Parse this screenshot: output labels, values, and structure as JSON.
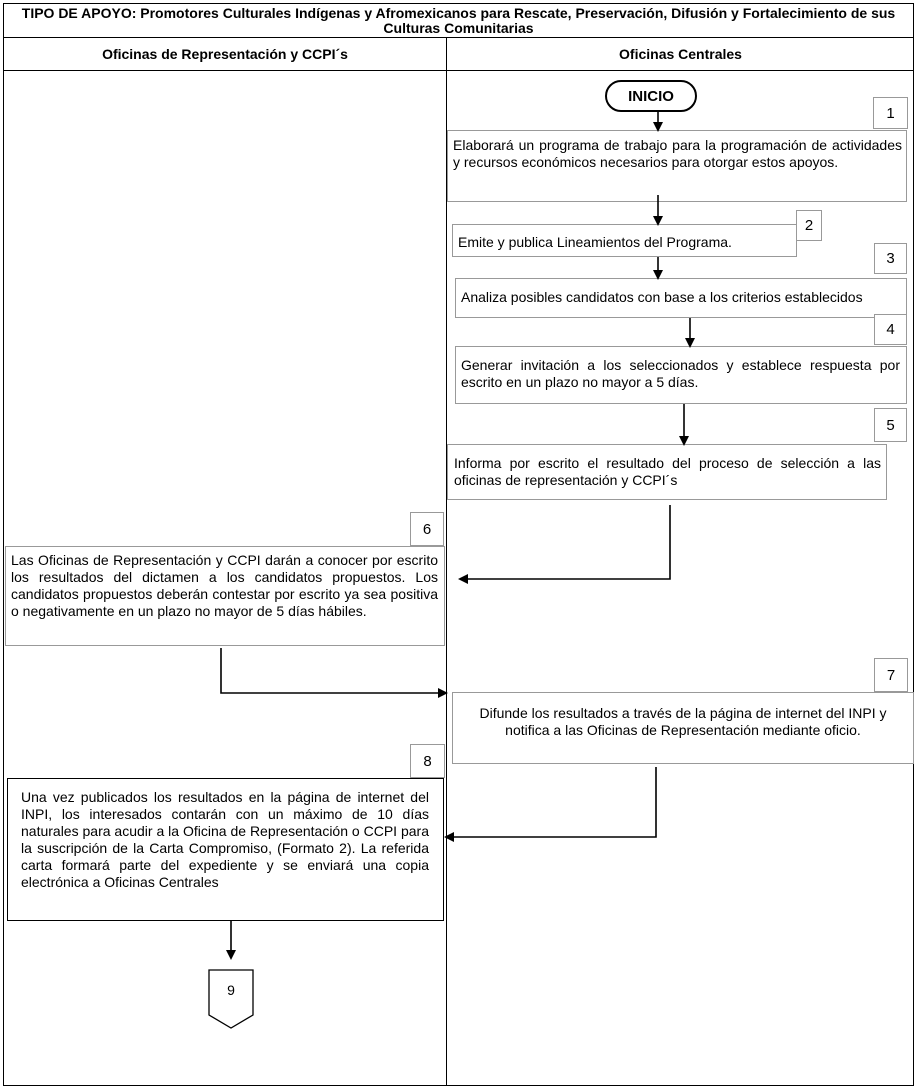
{
  "header": {
    "title_bold": "TIPO DE APOYO:",
    "title_rest": " Promotores Culturales Indígenas y Afromexicanos para Rescate, Preservación, Difusión y Fortalecimiento de sus Culturas Comunitarias"
  },
  "columns": {
    "left": "Oficinas de Representación y CCPI´s",
    "right": "Oficinas Centrales"
  },
  "start_label": "INICIO",
  "steps": [
    {
      "number": "1",
      "text": "Elaborará un programa de trabajo para la programación de actividades y recursos económicos necesarios para otorgar estos apoyos."
    },
    {
      "number": "2",
      "text": "Emite y publica Lineamientos del Programa."
    },
    {
      "number": "3",
      "text": "Analiza posibles candidatos con base a los criterios establecidos"
    },
    {
      "number": "4",
      "text": "Generar invitación a los seleccionados y establece respuesta por escrito en un plazo no mayor a 5 días."
    },
    {
      "number": "5",
      "text": "Informa por escrito el resultado del proceso de selección a las oficinas de representación y CCPI´s"
    },
    {
      "number": "6",
      "text": "Las Oficinas de Representación y CCPI darán a conocer por escrito los resultados del dictamen a los candidatos propuestos. Los candidatos propuestos deberán contestar por escrito ya sea positiva o negativamente en un plazo no mayor de 5 días hábiles."
    },
    {
      "number": "7",
      "text": "Difunde los resultados a través de la página de internet del INPI y notifica a las Oficinas de Representación mediante oficio."
    },
    {
      "number": "8",
      "text": "Una vez publicados los resultados en la página de internet del INPI, los interesados contarán con un máximo de 10 días naturales para acudir a la Oficina de Representación o CCPI para la suscripción de la Carta Compromiso, (Formato 2). La referida carta formará parte del expediente y se enviará una copia electrónica a Oficinas Centrales"
    }
  ],
  "off_page_connector": "9"
}
